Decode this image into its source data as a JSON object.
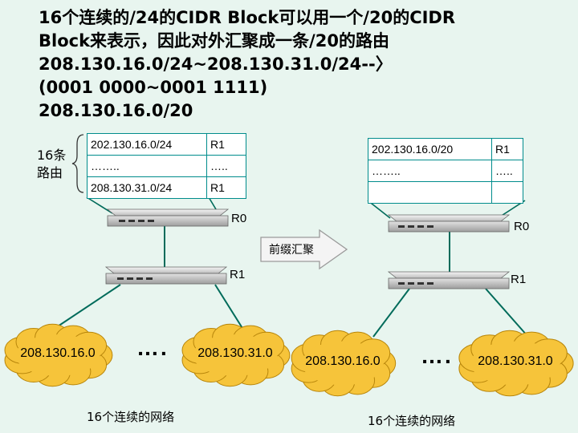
{
  "heading": {
    "line1": "16个连续的/24的CIDR Block可以用一个/20的CIDR",
    "line2": "Block来表示，因此对外汇聚成一条/20的路由",
    "line3": "208.130.16.0/24~208.130.31.0/24--〉",
    "line4": "(0001 0000~0001 1111)",
    "line5": "208.130.16.0/20"
  },
  "brace_label": {
    "line1": "16条",
    "line2": "路由"
  },
  "left_table": {
    "rows": [
      {
        "net": "202.130.16.0/24",
        "hop": "R1"
      },
      {
        "net": "……..",
        "hop": "….."
      },
      {
        "net": "208.130.31.0/24",
        "hop": "R1"
      }
    ]
  },
  "right_table": {
    "rows": [
      {
        "net": "202.130.16.0/20",
        "hop": "R1"
      },
      {
        "net": "……..",
        "hop": "….."
      },
      {
        "net": "",
        "hop": ""
      }
    ]
  },
  "left": {
    "router_top": "R0",
    "router_mid": "R1",
    "cloud_a": "208.130.16.0",
    "cloud_b": "208.130.31.0",
    "dots": "….",
    "caption": "16个连续的网络"
  },
  "right": {
    "router_top": "R0",
    "router_mid": "R1",
    "cloud_a": "208.130.16.0",
    "cloud_b": "208.130.31.0",
    "dots": "….",
    "caption": "16个连续的网络"
  },
  "arrow_label": "前缀汇聚",
  "colors": {
    "background": "#e8f5ef",
    "cloud": "#f6c43a",
    "link": "#006b5a",
    "table_border": "#008c8c"
  }
}
